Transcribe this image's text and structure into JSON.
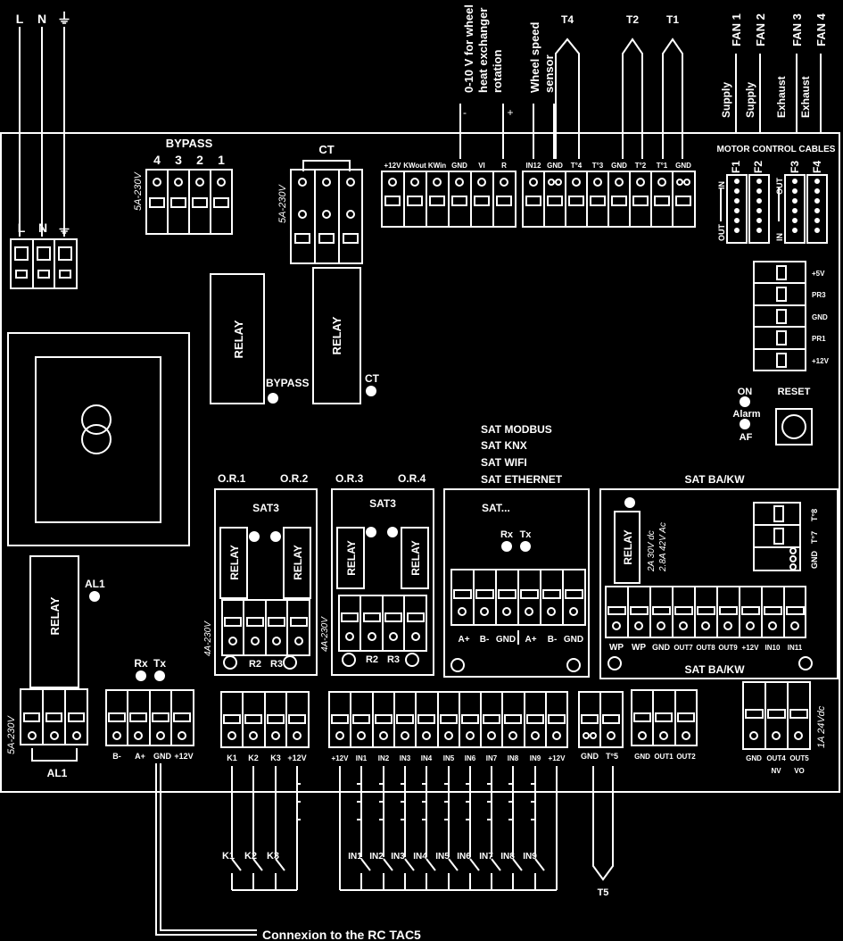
{
  "power_left": {
    "top": [
      "L",
      "N",
      "⏚"
    ],
    "bottom": [
      "L",
      "N",
      "⏚"
    ]
  },
  "bypass": {
    "title": "BYPASS",
    "numbers": [
      "4",
      "3",
      "2",
      "1"
    ],
    "rating": "5A-230V"
  },
  "ct": {
    "title": "CT",
    "rating": "5A-230V"
  },
  "relays": {
    "bypass_relay": "RELAY",
    "ct_relay": "RELAY",
    "al1_relay": "RELAY",
    "led_bypass": "BYPASS",
    "led_ct": "CT",
    "led_al1": "AL1",
    "al1_bottom": "AL1",
    "al1_rating": "5A-230V"
  },
  "top_annotations": {
    "wheel_heat": [
      "0-10 V for wheel",
      "heat exchanger",
      "rotation"
    ],
    "wheel_speed": [
      "Wheel speed",
      "sensor"
    ],
    "minus": "-",
    "plus": "+",
    "sensors": [
      "T4",
      "T2",
      "T1"
    ]
  },
  "top_terminals": {
    "a": [
      "+12V",
      "KWout",
      "KWin",
      "GND",
      "VI",
      "R"
    ],
    "b": [
      "IN12",
      "GND",
      "T°4",
      "T°3",
      "GND",
      "T°2",
      "T°1",
      "GND"
    ]
  },
  "fans": {
    "labels": [
      "FAN 1",
      "FAN 2",
      "FAN 3",
      "FAN 4"
    ],
    "directions": [
      "Supply",
      "Supply",
      "Exhaust",
      "Exhaust"
    ],
    "cables_title": "MOTOR CONTROL CABLES",
    "ports": [
      "F1",
      "F2",
      "F3",
      "F4"
    ],
    "in": "IN",
    "out": "OUT"
  },
  "pressure": {
    "labels": [
      "+5V",
      "PR3",
      "GND",
      "PR1",
      "+12V"
    ]
  },
  "status": {
    "on": "ON",
    "alarm": "Alarm",
    "af": "AF",
    "reset": "RESET"
  },
  "sat_list": [
    "SAT MODBUS",
    "SAT KNX",
    "SAT WIFI",
    "SAT ETHERNET"
  ],
  "sat3_a": {
    "title": "SAT3",
    "or_left": "O.R.1",
    "or_right": "O.R.2",
    "relay": "RELAY",
    "r_labels": [
      "R2",
      "R3"
    ],
    "rating": "4A-230V"
  },
  "sat3_b": {
    "title": "SAT3",
    "or_left": "O.R.3",
    "or_right": "O.R.4",
    "relay": "RELAY",
    "r_labels": [
      "R2",
      "R3"
    ],
    "rating": "4A-230V"
  },
  "sat_generic": {
    "title": "SAT...",
    "rx": "Rx",
    "tx": "Tx",
    "terminals": [
      "A+",
      "B-",
      "GND",
      "A+",
      "B-",
      "GND"
    ]
  },
  "sat_bakw": {
    "title": "SAT BA/KW",
    "relay": "RELAY",
    "rating": [
      "2A 30V dc",
      "2.8A 42V Ac"
    ],
    "side_labels": [
      "T°8",
      "T°7",
      "GND"
    ],
    "terminals": [
      "WP",
      "WP",
      "GND",
      "OUT7",
      "OUT8",
      "OUT9",
      "+12V",
      "IN10",
      "IN11"
    ],
    "bottom_title": "SAT BA/KW"
  },
  "bottom_terminals": {
    "rs485": [
      "B-",
      "A+",
      "GND",
      "+12V"
    ],
    "rx": "Rx",
    "tx": "Tx",
    "k_inputs": [
      "K1",
      "K2",
      "K3",
      "+12V"
    ],
    "inputs": [
      "+12V",
      "IN1",
      "IN2",
      "IN3",
      "IN4",
      "IN5",
      "IN6",
      "IN7",
      "IN8",
      "IN9",
      "+12V"
    ],
    "t5": [
      "GND",
      "T°5"
    ],
    "outs": [
      "GND",
      "OUT1",
      "OUT2"
    ],
    "out45": [
      "GND",
      "OUT4",
      "OUT5"
    ],
    "out45_sub": [
      "NV",
      "VO"
    ],
    "out45_rating": "1A 24Vdc"
  },
  "below_board": {
    "k_switches": [
      "K1",
      "K2",
      "K3"
    ],
    "in_switches": [
      "IN1",
      "IN2",
      "IN3",
      "IN4",
      "IN5",
      "IN6",
      "IN7",
      "IN8",
      "IN9"
    ],
    "t5": "T5",
    "connexion": "Connexion to the RC TAC5"
  }
}
